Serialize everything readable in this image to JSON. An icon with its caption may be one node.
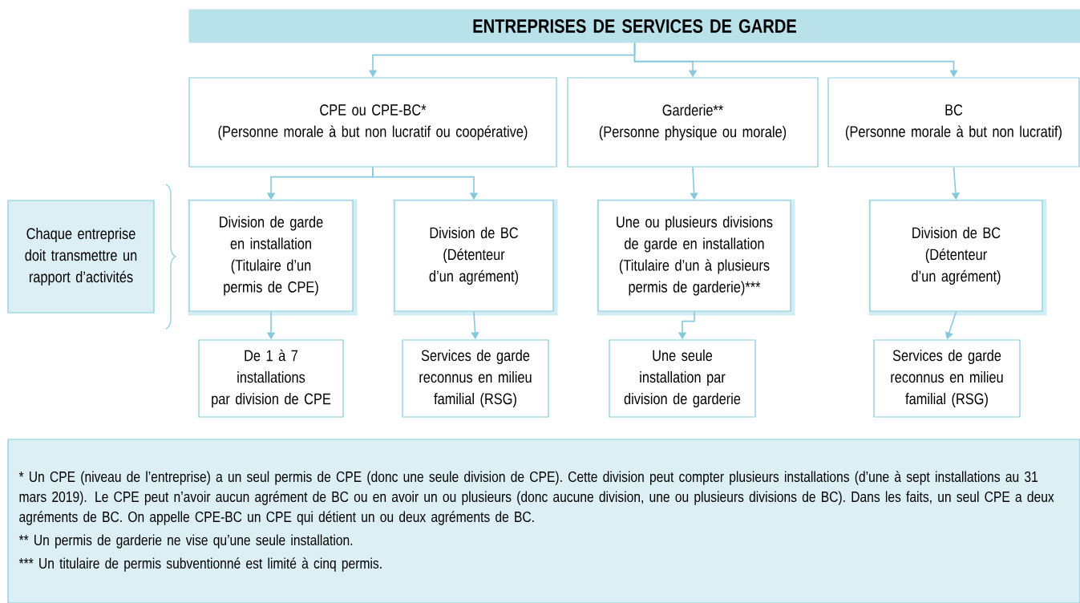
{
  "diagram": {
    "nodes": [
      {
        "text": [
          "ENTREPRISES DE SERVICES DE GARDE"
        ]
      },
      {
        "text": [
          "CPE ou CPE-BC*",
          "(Personne morale à but non lucratif ou coopérative)"
        ]
      },
      {
        "text": [
          "Garderie**",
          "(Personne physique ou morale)"
        ]
      },
      {
        "text": [
          "BC",
          "(Personne morale à but non lucratif)"
        ]
      },
      {
        "text": [
          "Chaque entreprise doit transmettre un rapport d’activités"
        ]
      },
      {
        "text": [
          "Division de garde en installation",
          "(Titulaire d’un permis de CPE)"
        ]
      },
      {
        "text": [
          "Division de BC",
          "(Détenteur d’un agrément)"
        ]
      },
      {
        "text": [
          "Une ou plusieurs divisions de garde en installation",
          "(Titulaire d’un à plusieurs permis de garderie)***"
        ]
      },
      {
        "text": [
          "Division de BC",
          "(Détenteur d’un agrément)"
        ]
      },
      {
        "text": [
          "De 1 à 7 installations par division de CPE"
        ]
      },
      {
        "text": [
          "Services de garde reconnus en milieu familial (RSG)"
        ]
      },
      {
        "text": [
          "Une seule installation par division de garderie"
        ]
      },
      {
        "text": [
          "Services de garde reconnus en milieu familial (RSG)"
        ]
      },
      {
        "text": [
          "* Un CPE (niveau de l’entreprise) a un seul permis de CPE (donc une seule division de CPE). Cette division peut compter plusieurs installations (d’une à sept installations au 31 mars 2019). Le CPE peut n’avoir aucun agrément de BC ou en avoir un ou plusieurs (donc aucune division, une ou plusieurs divisions de BC). Dans les faits, un seul CPE a deux agréments de BC. On appelle CPE-BC un CPE qui détient un ou deux agréments de BC.",
          "** Un permis de garderie ne vise qu’une seule installation.",
          "*** Un titulaire de permis subventionné est limité à cinq permis."
        ]
      }
    ],
    "edges": [
      {
        "from": 0,
        "to": 1,
        "arrow": "to"
      },
      {
        "from": 0,
        "to": 2,
        "arrow": "to"
      },
      {
        "from": 0,
        "to": 3,
        "arrow": "to"
      },
      {
        "from": 1,
        "to": 5,
        "arrow": "to"
      },
      {
        "from": 1,
        "to": 6,
        "arrow": "to"
      },
      {
        "from": 2,
        "to": 7,
        "arrow": "to"
      },
      {
        "from": 3,
        "to": 8,
        "arrow": "to"
      },
      {
        "from": 5,
        "to": 9,
        "arrow": "to"
      },
      {
        "from": 6,
        "to": 10,
        "arrow": "to"
      },
      {
        "from": 7,
        "to": 11,
        "arrow": "to"
      },
      {
        "from": 8,
        "to": 12,
        "arrow": "to"
      }
    ]
  }
}
